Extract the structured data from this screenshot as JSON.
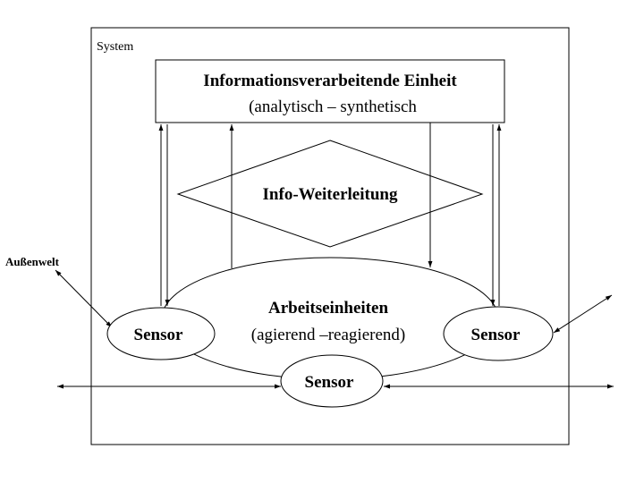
{
  "system_label": "System",
  "outside_label": "Außenwelt",
  "processing_unit": {
    "title": "Informationsverarbeitende Einheit",
    "subtitle": "(analytisch – synthetisch"
  },
  "forwarding_label": "Info-Weiterleitung",
  "work_units": {
    "title": "Arbeitseinheiten",
    "subtitle": "(agierend –reagierend)"
  },
  "sensors": {
    "left": "Sensor",
    "right": "Sensor",
    "bottom": "Sensor"
  }
}
